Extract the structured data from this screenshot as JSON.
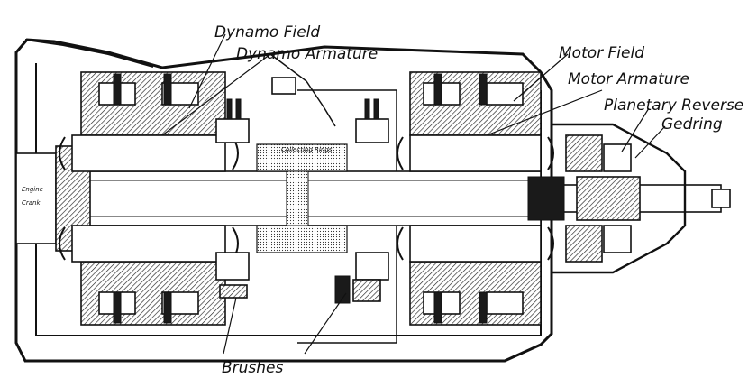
{
  "labels": {
    "dynamo_field": "Dynamo Field",
    "dynamo_armature": "Dynamo Armature",
    "motor_field": "Motor Field",
    "motor_armature": "Motor Armature",
    "planetary_reverse": "Planetary Reverse",
    "gearing": "Gedring",
    "brushes": "Brushes",
    "engine": "Engine",
    "crank": "Crank",
    "collecting_rings": "Collecting Rings"
  },
  "style": {
    "ink": "#111111",
    "background": "#ffffff"
  }
}
